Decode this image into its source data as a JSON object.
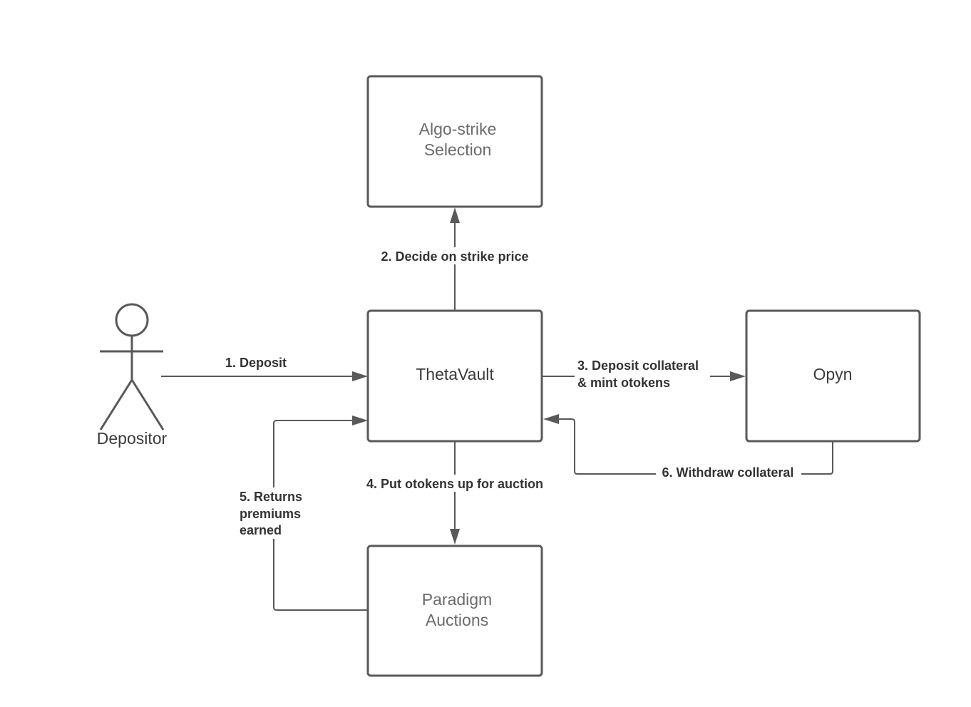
{
  "nodes": {
    "algo": {
      "line1": "Algo-strike",
      "line2": "Selection"
    },
    "theta": {
      "label": "ThetaVault"
    },
    "opyn": {
      "label": "Opyn"
    },
    "paradigm": {
      "line1": "Paradigm",
      "line2": "Auctions"
    },
    "depositor": {
      "label": "Depositor"
    }
  },
  "edges": {
    "deposit": {
      "label": "1. Deposit"
    },
    "strike": {
      "label": "2. Decide on strike price"
    },
    "collateral": {
      "line1": "3. Deposit collateral",
      "line2": "& mint otokens"
    },
    "auction": {
      "label": "4. Put otokens up for auction"
    },
    "premiums": {
      "line1": "5. Returns",
      "line2": "premiums",
      "line3": "earned"
    },
    "withdraw": {
      "label": "6. Withdraw collateral"
    }
  },
  "colors": {
    "stroke": "#595959",
    "box_text": "#6b6b6b",
    "edge_text": "#333333",
    "background": "#ffffff"
  }
}
